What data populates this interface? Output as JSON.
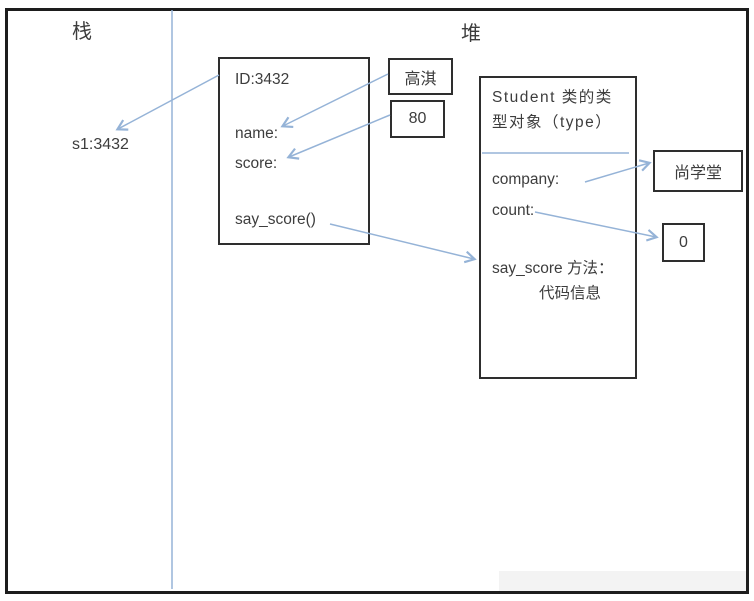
{
  "diagram": {
    "stack_label": "栈",
    "heap_label": "堆",
    "stack_variable": "s1:3432",
    "instance_box": {
      "id": "ID:3432",
      "name_field": "name:",
      "score_field": "score:",
      "method": "say_score()"
    },
    "name_value": "高淇",
    "score_value": "80",
    "class_box": {
      "title_line1": "Student 类的类",
      "title_line2": "型对象（type）",
      "company_field": "company:",
      "count_field": "count:",
      "method_line1": "say_score 方法：",
      "method_line2": "代码信息"
    },
    "company_value": "尚学堂",
    "count_value": "0"
  },
  "colors": {
    "arrow_blue": "#95b3d7",
    "inner_box_border": "#2e2e2e",
    "outer_border": "#1d1d1d",
    "text": "#3d3d3d"
  }
}
